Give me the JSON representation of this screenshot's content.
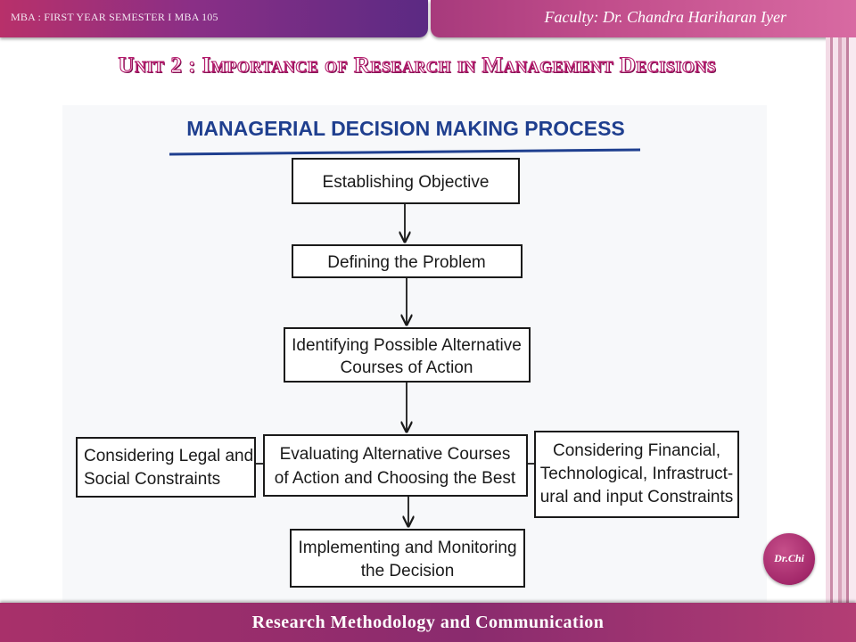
{
  "header": {
    "course": "MBA : FIRST YEAR SEMESTER I MBA 105",
    "faculty": "Faculty: Dr. Chandra Hariharan Iyer"
  },
  "slide": {
    "title": "Unit 2 : Importance of Research in Management Decisions"
  },
  "diagram": {
    "heading": "MANAGERIAL DECISION MAKING PROCESS",
    "steps": [
      {
        "lines": [
          "Establishing Objective"
        ]
      },
      {
        "lines": [
          "Defining the Problem"
        ]
      },
      {
        "lines": [
          "Identifying Possible Alternative",
          "Courses of Action"
        ]
      },
      {
        "lines": [
          "Evaluating Alternative Courses",
          "of Action and Choosing the Best"
        ]
      },
      {
        "lines": [
          "Implementing and Monitoring",
          "the Decision"
        ]
      }
    ],
    "side_left": {
      "lines": [
        "Considering Legal and",
        "Social Constraints"
      ]
    },
    "side_right": {
      "lines": [
        "Considering Financial,",
        "Technological, Infrastruct-",
        "ural and input Constraints"
      ]
    }
  },
  "badge": "Dr.Chi",
  "footer": {
    "subject": "Research Methodology and Communication"
  },
  "colors": {
    "header_left": "#8a2f86",
    "header_right": "#c14d8b",
    "title_stroke": "#b2186a",
    "heading_blue": "#1f3f8f",
    "footer": "#8a2b6e"
  }
}
